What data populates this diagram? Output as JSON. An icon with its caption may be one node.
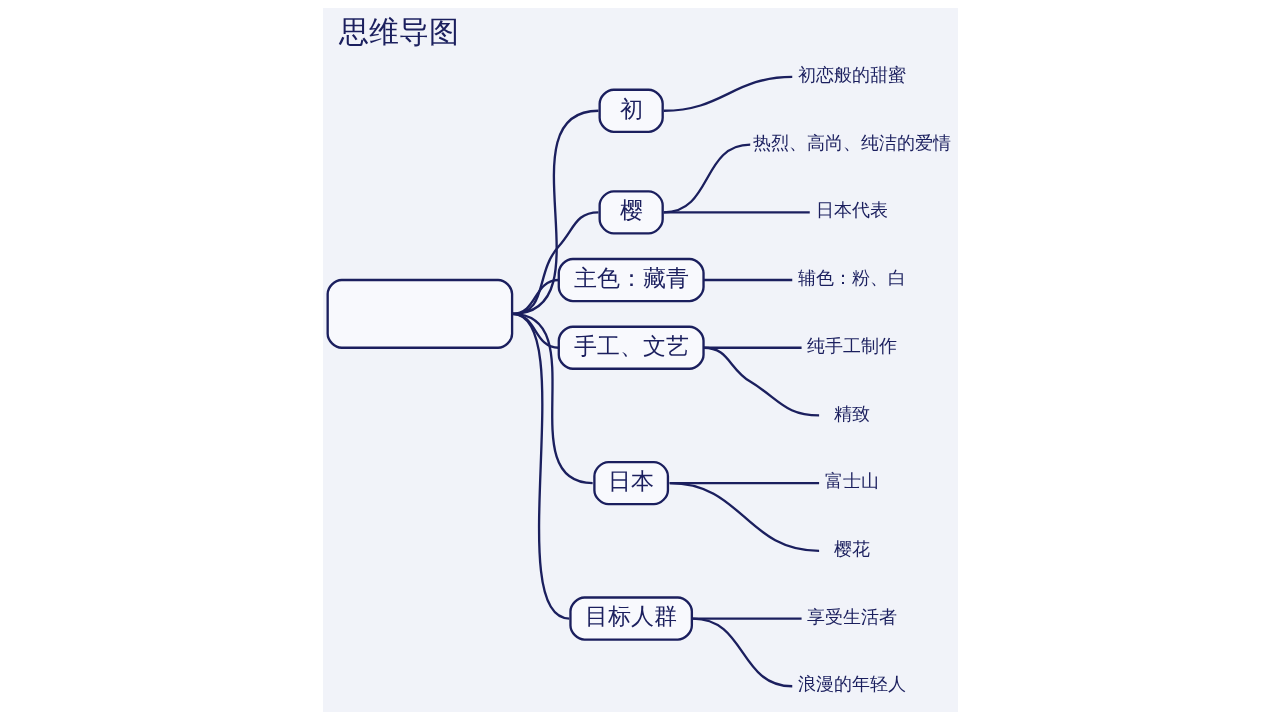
{
  "diagram": {
    "title": "思维导图",
    "nodes": [
      {
        "text": [],
        "shape": "box"
      },
      {
        "text": [
          "初"
        ]
      },
      {
        "text": [
          "初恋般的甜蜜"
        ]
      },
      {
        "text": [
          "樱"
        ]
      },
      {
        "text": [
          "热烈、高尚、纯洁的爱情"
        ]
      },
      {
        "text": [
          "日本代表"
        ]
      },
      {
        "text": [
          "主色：藏青"
        ]
      },
      {
        "text": [
          "辅色：粉、白"
        ]
      },
      {
        "text": [
          "手工、文艺"
        ]
      },
      {
        "text": [
          "纯手工制作"
        ]
      },
      {
        "text": [
          "精致"
        ]
      },
      {
        "text": [
          "日本"
        ]
      },
      {
        "text": [
          "富士山"
        ]
      },
      {
        "text": [
          "樱花"
        ]
      },
      {
        "text": [
          "目标人群"
        ]
      },
      {
        "text": [
          "享受生活者"
        ]
      },
      {
        "text": [
          "浪漫的年轻人"
        ]
      }
    ],
    "edges": [
      {
        "from": 0,
        "to": 1,
        "arrow": "none"
      },
      {
        "from": 0,
        "to": 3,
        "arrow": "none"
      },
      {
        "from": 0,
        "to": 6,
        "arrow": "none"
      },
      {
        "from": 0,
        "to": 8,
        "arrow": "none"
      },
      {
        "from": 0,
        "to": 11,
        "arrow": "none"
      },
      {
        "from": 0,
        "to": 14,
        "arrow": "none"
      },
      {
        "from": 1,
        "to": 2,
        "arrow": "none"
      },
      {
        "from": 3,
        "to": 4,
        "arrow": "none"
      },
      {
        "from": 3,
        "to": 5,
        "arrow": "none"
      },
      {
        "from": 6,
        "to": 7,
        "arrow": "none"
      },
      {
        "from": 8,
        "to": 9,
        "arrow": "none"
      },
      {
        "from": 8,
        "to": 10,
        "arrow": "none"
      },
      {
        "from": 11,
        "to": 12,
        "arrow": "none"
      },
      {
        "from": 11,
        "to": 13,
        "arrow": "none"
      },
      {
        "from": 14,
        "to": 15,
        "arrow": "none"
      },
      {
        "from": 14,
        "to": 16,
        "arrow": "none"
      }
    ]
  }
}
